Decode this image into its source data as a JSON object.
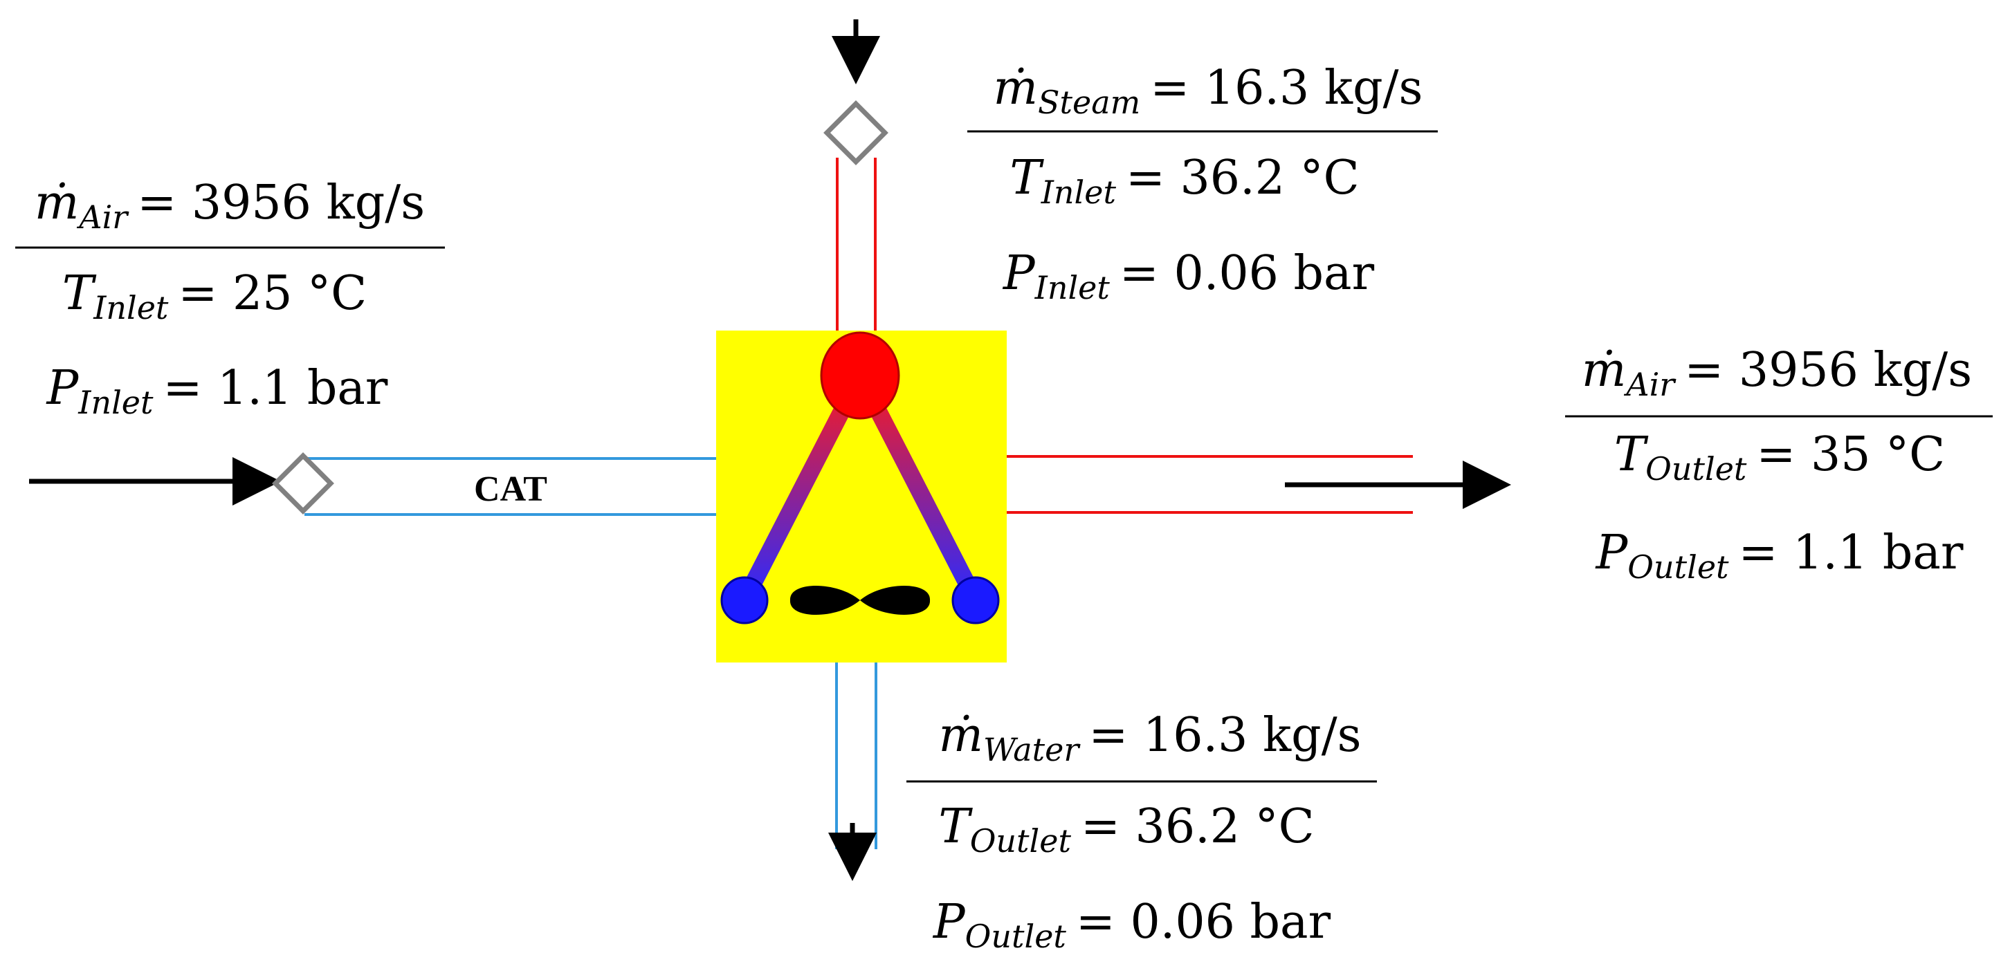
{
  "diagram": {
    "colors": {
      "cold_pipe": "#3399dd",
      "hot_pipe": "#ee1111",
      "unit_fill": "#ffff00",
      "hot_node": "#ff0000",
      "cold_node": "#1a1aff",
      "valve": "#808080",
      "arrow": "#000000"
    },
    "component_label": "CAT",
    "air_inlet": {
      "flow": {
        "symbol": "ṁ",
        "subscript": "Air",
        "value": "= 3956 kg/s"
      },
      "temperature": {
        "symbol": "T",
        "subscript": "Inlet",
        "value": "= 25 °C"
      },
      "pressure": {
        "symbol": "P",
        "subscript": "Inlet",
        "value": "= 1.1 bar"
      }
    },
    "steam_inlet": {
      "flow": {
        "symbol": "ṁ",
        "subscript": "Steam",
        "value": "= 16.3 kg/s"
      },
      "temperature": {
        "symbol": "T",
        "subscript": "Inlet",
        "value": "= 36.2 °C"
      },
      "pressure": {
        "symbol": "P",
        "subscript": "Inlet",
        "value": "= 0.06 bar"
      }
    },
    "air_outlet": {
      "flow": {
        "symbol": "ṁ",
        "subscript": "Air",
        "value": "= 3956 kg/s"
      },
      "temperature": {
        "symbol": "T",
        "subscript": "Outlet",
        "value": "= 35 °C"
      },
      "pressure": {
        "symbol": "P",
        "subscript": "Outlet",
        "value": "= 1.1 bar"
      }
    },
    "water_outlet": {
      "flow": {
        "symbol": "ṁ",
        "subscript": "Water",
        "value": "= 16.3 kg/s"
      },
      "temperature": {
        "symbol": "T",
        "subscript": "Outlet",
        "value": "= 36.2 °C"
      },
      "pressure": {
        "symbol": "P",
        "subscript": "Outlet",
        "value": "= 0.06 bar"
      }
    }
  }
}
